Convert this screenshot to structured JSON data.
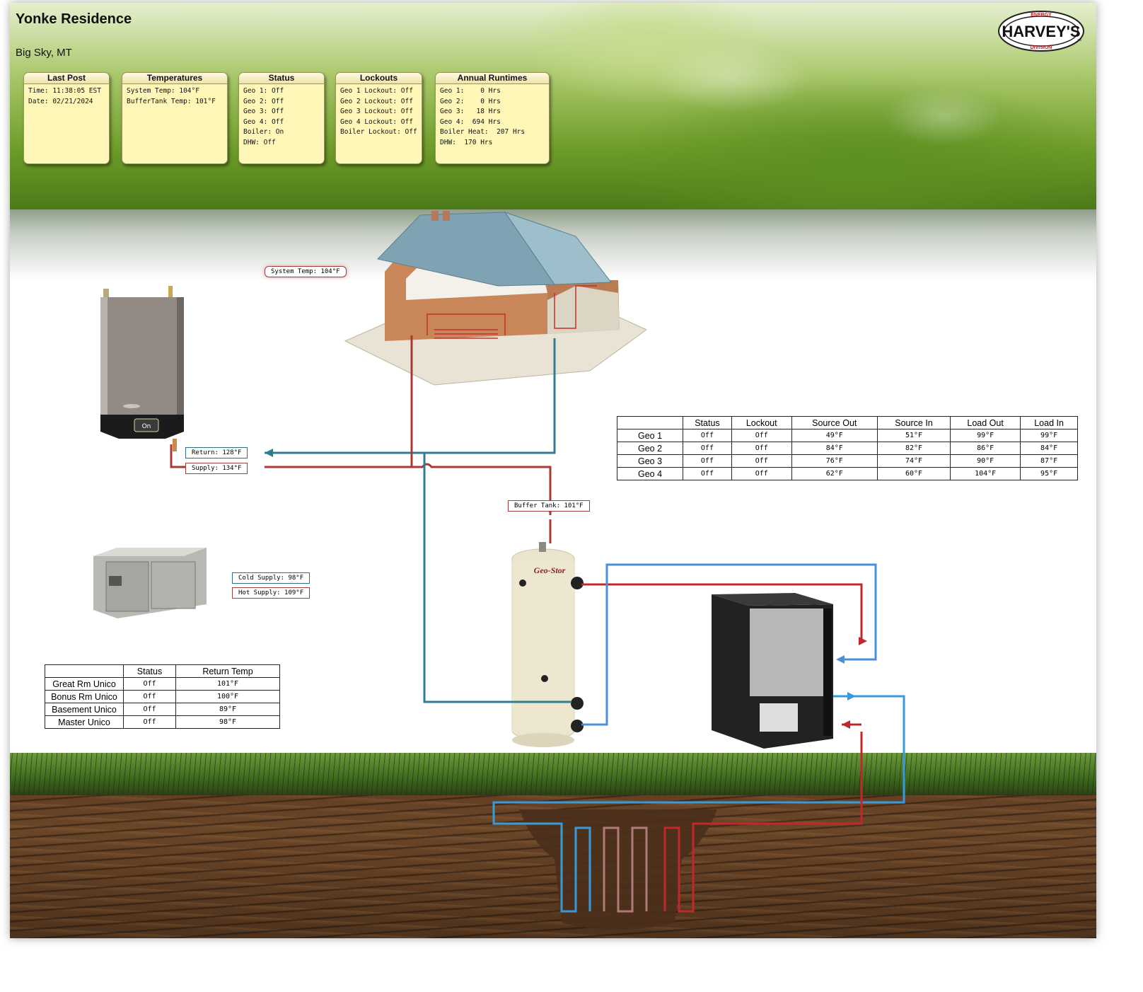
{
  "header": {
    "title": "Yonke Residence",
    "location": "Big Sky, MT"
  },
  "logo": {
    "name": "HARVEY'S",
    "top_arc": "ENERGY",
    "bottom_arc": "DIVISION",
    "mark": "TM"
  },
  "panels": {
    "last_post": {
      "title": "Last Post",
      "lines": [
        "Time: 11:38:05 EST",
        "Date: 02/21/2024"
      ]
    },
    "temperatures": {
      "title": "Temperatures",
      "lines": [
        "System Temp: 104°F",
        "BufferTank Temp: 101°F"
      ]
    },
    "status": {
      "title": "Status",
      "lines": [
        "Geo 1: Off",
        "Geo 2: Off",
        "Geo 3: Off",
        "Geo 4: Off",
        "Boiler: On",
        "DHW: Off"
      ]
    },
    "lockouts": {
      "title": "Lockouts",
      "lines": [
        "Geo 1 Lockout: Off",
        "Geo 2 Lockout: Off",
        "Geo 3 Lockout: Off",
        "Geo 4 Lockout: Off",
        "Boiler Lockout: Off"
      ]
    },
    "annual_runtimes": {
      "title": "Annual Runtimes",
      "lines": [
        "Geo 1:    0 Hrs",
        "Geo 2:    0 Hrs",
        "Geo 3:   18 Hrs",
        "Geo 4:  694 Hrs",
        "Boiler Heat:  207 Hrs",
        "DHW:  170 Hrs"
      ]
    }
  },
  "tags": {
    "system_temp": "System Temp: 104°F",
    "return": "Return: 128°F",
    "supply": "Supply: 134°F",
    "buffer_tank": "Buffer Tank: 101°F",
    "cold_supply": "Cold Supply: 98°F",
    "hot_supply": "Hot Supply: 109°F"
  },
  "boiler": {
    "state": "On"
  },
  "tank": {
    "brand": "Geo-Stor"
  },
  "geo_table": {
    "headers": [
      "",
      "Status",
      "Lockout",
      "Source Out",
      "Source In",
      "Load Out",
      "Load In"
    ],
    "rows": [
      [
        "Geo 1",
        "Off",
        "Off",
        "49°F",
        "51°F",
        "99°F",
        "99°F"
      ],
      [
        "Geo 2",
        "Off",
        "Off",
        "84°F",
        "82°F",
        "86°F",
        "84°F"
      ],
      [
        "Geo 3",
        "Off",
        "Off",
        "76°F",
        "74°F",
        "90°F",
        "87°F"
      ],
      [
        "Geo 4",
        "Off",
        "Off",
        "62°F",
        "60°F",
        "104°F",
        "95°F"
      ]
    ]
  },
  "unico_table": {
    "headers": [
      "",
      "Status",
      "Return Temp"
    ],
    "rows": [
      [
        "Great Rm Unico",
        "Off",
        "101°F"
      ],
      [
        "Bonus Rm Unico",
        "Off",
        "100°F"
      ],
      [
        "Basement Unico",
        "Off",
        "89°F"
      ],
      [
        "Master Unico",
        "Off",
        "98°F"
      ]
    ]
  },
  "colors": {
    "supply_red": "#a83a36",
    "return_teal": "#2f7d95",
    "loop_blue": "#3a9ad9",
    "loop_red": "#c0282a",
    "panel_bg": "#fff7b8"
  }
}
